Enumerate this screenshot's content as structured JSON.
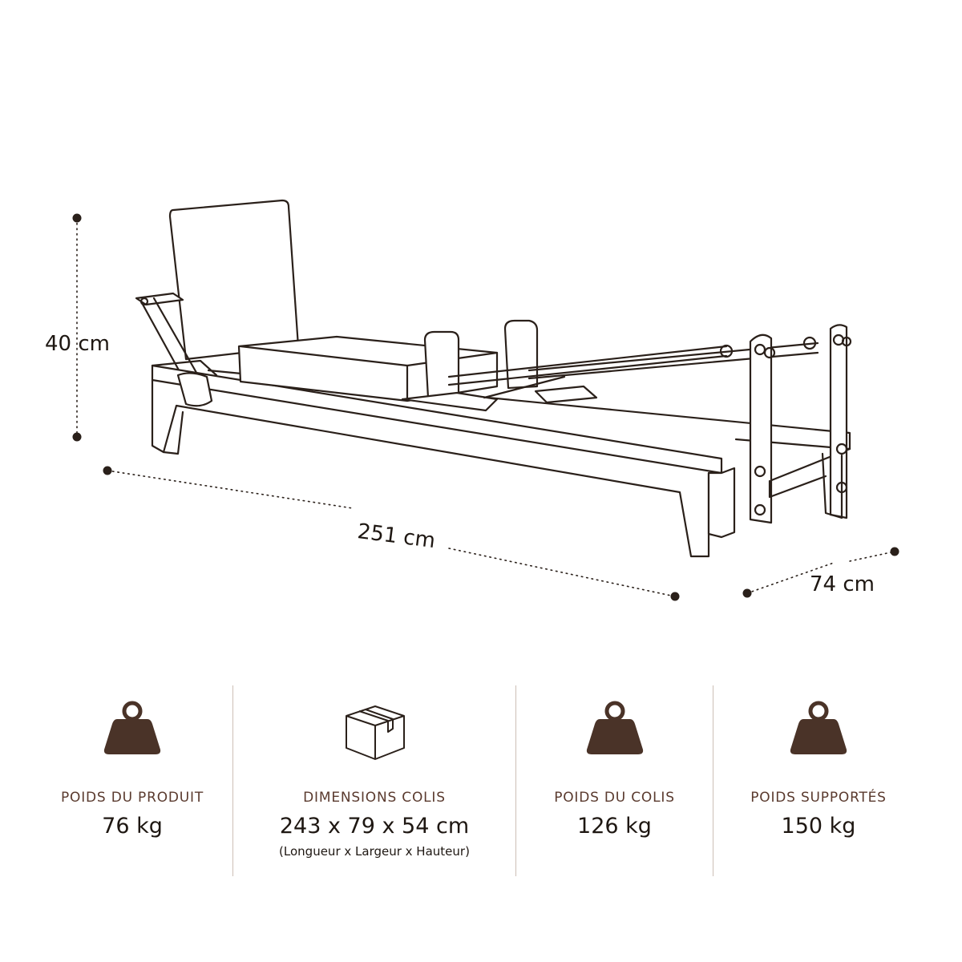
{
  "diagram": {
    "height_label": "40 cm",
    "length_label": "251 cm",
    "width_label": "74 cm"
  },
  "stats": {
    "product_weight": {
      "title": "POIDS DU PRODUIT",
      "value": "76 kg",
      "icon": "weight-icon"
    },
    "package_dimensions": {
      "title": "DIMENSIONS COLIS",
      "value": "243 x 79 x 54 cm",
      "note": "(Longueur x Largeur x Hauteur)",
      "icon": "box-icon"
    },
    "package_weight": {
      "title": "POIDS DU COLIS",
      "value": "126 kg",
      "icon": "weight-icon"
    },
    "supported_weight": {
      "title": "POIDS SUPPORTÉS",
      "value": "150 kg",
      "icon": "weight-icon"
    }
  },
  "colors": {
    "icon_brown": "#4a3328",
    "title_brown": "#5a3a2e",
    "line": "#2a201a",
    "divider": "#cdbfb6"
  }
}
